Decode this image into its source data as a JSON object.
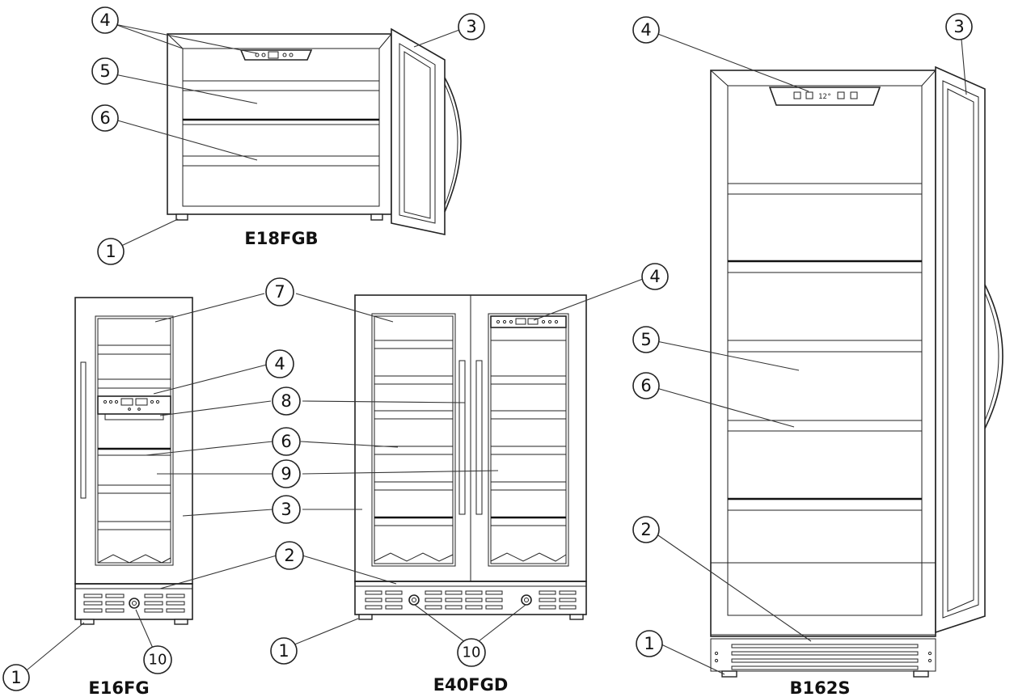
{
  "models": {
    "e18fgb": "E18FGB",
    "e16fg": "E16FG",
    "e40fgd": "E40FGD",
    "b162s": "B162S"
  },
  "display_readout": "12°",
  "callouts": {
    "c1": "1",
    "c2": "2",
    "c3": "3",
    "c4": "4",
    "c5": "5",
    "c6": "6",
    "c7": "7",
    "c8": "8",
    "c9": "9",
    "c10": "10"
  }
}
